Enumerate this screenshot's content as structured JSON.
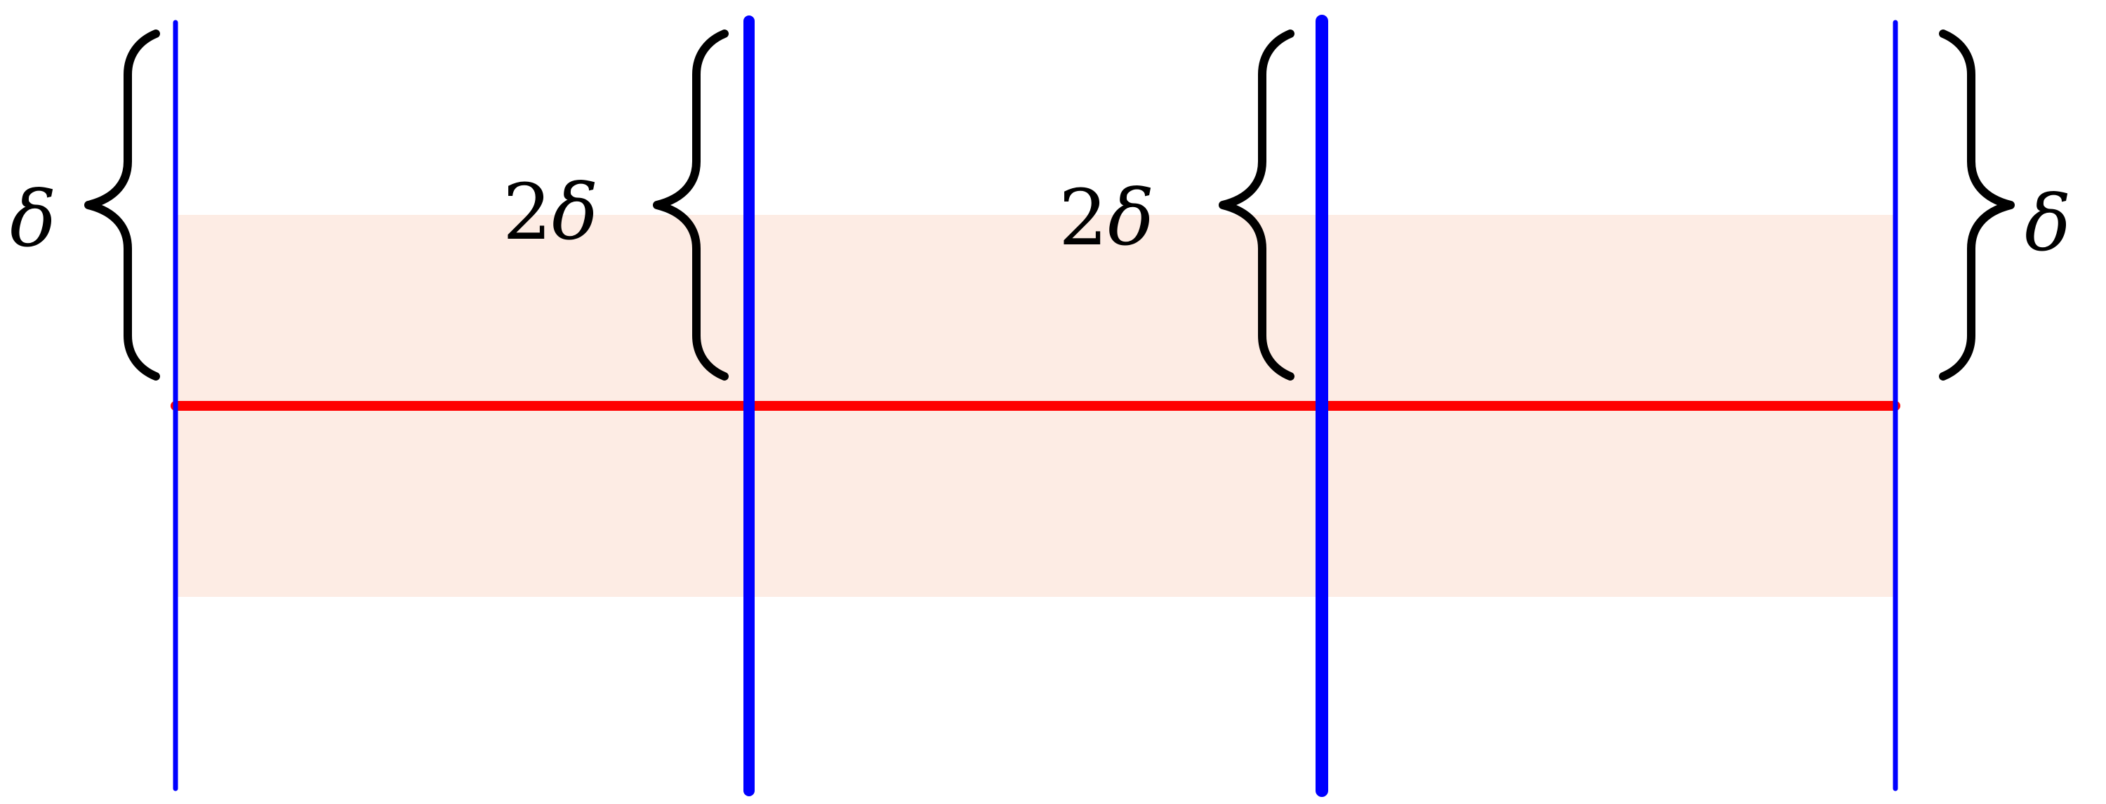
{
  "colors": {
    "band": "#fdece4",
    "horizontal_line": "#ff0000",
    "vertical_lines": "#0000ff",
    "text": "#000000"
  },
  "labels": {
    "left_delta": "δ",
    "middle_left_coeff": "2",
    "middle_left_delta": "δ",
    "middle_right_coeff": "2",
    "middle_right_delta": "δ",
    "right_delta": "δ"
  }
}
